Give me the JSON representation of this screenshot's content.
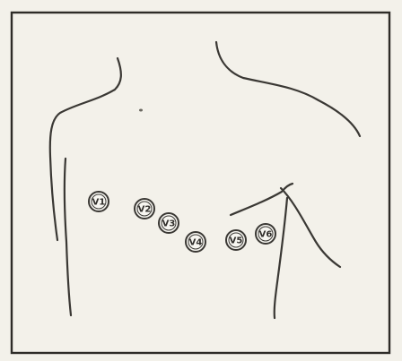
{
  "electrodes": [
    {
      "label": "V1"
    },
    {
      "label": "V2"
    },
    {
      "label": "V3"
    },
    {
      "label": "V4"
    },
    {
      "label": "V5"
    },
    {
      "label": "V6"
    }
  ],
  "colors": {
    "background": "#f3f1ea",
    "ink": "#3a3834"
  }
}
